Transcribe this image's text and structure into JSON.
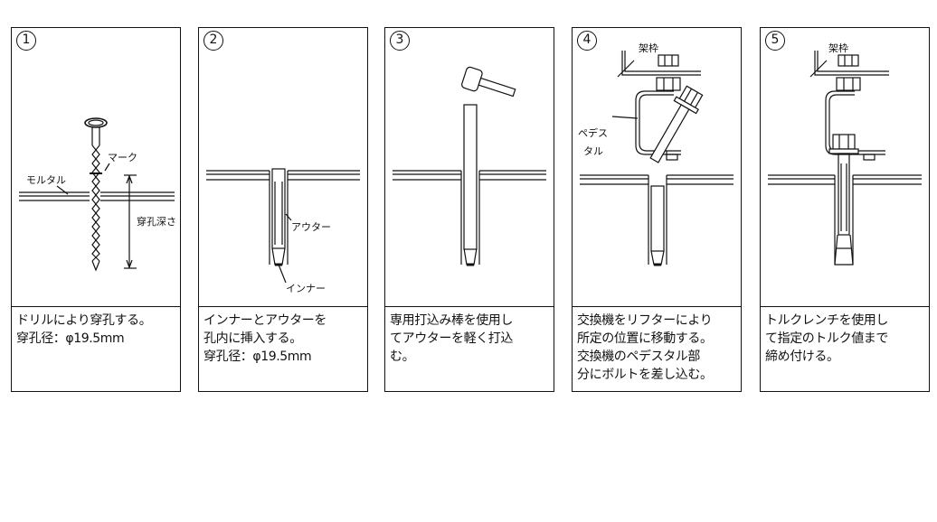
{
  "steps": [
    {
      "number": "1",
      "labels": {
        "mortar": "モルタル",
        "mark": "マーク",
        "depth": "穿孔深さ"
      },
      "caption": [
        "ドリルにより穿孔する。",
        "穿孔径：φ19.5mm"
      ]
    },
    {
      "number": "2",
      "labels": {
        "outer": "アウター",
        "inner": "インナー"
      },
      "caption": [
        "インナーとアウターを",
        "孔内に挿入する。",
        "穿孔径：φ19.5mm"
      ]
    },
    {
      "number": "3",
      "labels": {},
      "caption": [
        "専用打込み棒を使用し",
        "てアウターを軽く打込",
        "む。"
      ]
    },
    {
      "number": "4",
      "labels": {
        "frame": "架枠",
        "pedestal_1": "ペデス",
        "pedestal_2": "タル"
      },
      "caption": [
        "交換機をリフターにより",
        "所定の位置に移動する。",
        "交換機のペデスタル部",
        "分にボルトを差し込む。"
      ]
    },
    {
      "number": "5",
      "labels": {
        "frame": "架枠"
      },
      "caption": [
        "トルクレンチを使用し",
        "て指定のトルク値まで",
        "締め付ける。"
      ]
    }
  ],
  "colors": {
    "line": "#111111",
    "background": "#ffffff"
  }
}
